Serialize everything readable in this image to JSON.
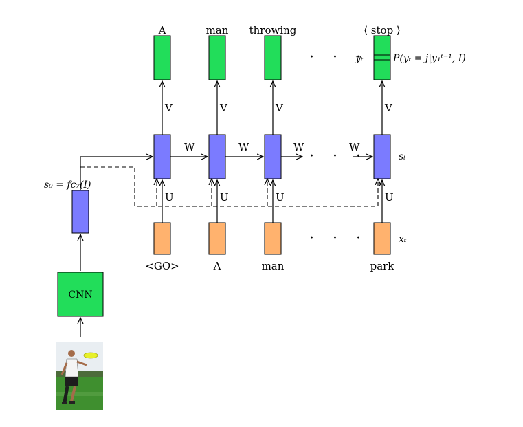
{
  "output_words": [
    "A",
    "man",
    "throwing",
    "⟨ stop ⟩"
  ],
  "input_words": [
    "<GO>",
    "A",
    "man",
    "park"
  ],
  "weights": {
    "recurrent": "W",
    "output": "V",
    "input": "U"
  },
  "cnn_label": "CNN",
  "init_state_label": "s₀ = fc₇(I)",
  "y_t_label": "yₜ",
  "probability_label": "P(yₜ = j|y₁ᵗ⁻¹, I)",
  "s_T_label": "sₜ",
  "x_T_label": "xₜ",
  "ellipsis": "· · ·",
  "colors": {
    "output_box": "#22dd5a",
    "hidden_box": "#7b7bff",
    "input_box": "#ffb26e",
    "cnn_box": "#22dd5a",
    "photo_sky": "#ffffff",
    "photo_grass": "#3f8f2f"
  },
  "icons": {
    "photo": "frisbee-player-photo"
  }
}
